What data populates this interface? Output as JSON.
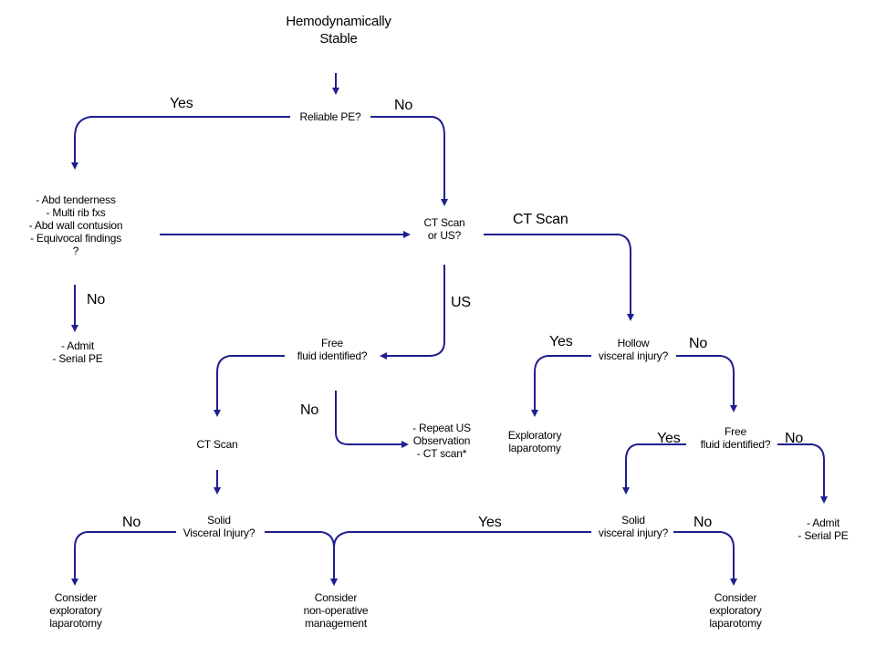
{
  "title": "Hemodynamically\nStable",
  "nodes": {
    "reliable_pe": "Reliable PE?",
    "findings": "- Abd tenderness\n- Multi rib fxs\n- Abd wall contusion\n- Equivocal findings\n?",
    "admit_left": "- Admit\n- Serial PE",
    "ct_or_us": "CT Scan\nor US?",
    "free_fluid_1": "Free\nfluid identified?",
    "ct_scan_mid": "CT Scan",
    "repeat_us": "- Repeat US\nObservation\n- CT scan*",
    "solid_1": "Solid\nVisceral Injury?",
    "consider_ex_left": "Consider\nexploratory\nlaparotomy",
    "consider_nonop": "Consider\nnon-operative\nmanagement",
    "hollow": "Hollow\nvisceral injury?",
    "ex_lap": "Exploratory\nlaparotomy",
    "free_fluid_2": "Free\nfluid identified?",
    "admit_right": "- Admit\n- Serial PE",
    "solid_2": "Solid\nvisceral injury?",
    "consider_ex_right": "Consider\nexploratory\nlaparotomy"
  },
  "edge_labels": {
    "yes_pe": "Yes",
    "no_pe": "No",
    "no_findings": "No",
    "ct_scan_branch": "CT Scan",
    "us_branch": "US",
    "no_fluid1": "No",
    "yes_hollow": "Yes",
    "no_hollow": "No",
    "yes_fluid2": "Yes",
    "no_fluid2": "No",
    "no_solid1": "No",
    "yes_solid2": "Yes",
    "no_solid2": "No"
  },
  "colors": {
    "arrow": "#1f1f8f",
    "text": "#000000"
  }
}
